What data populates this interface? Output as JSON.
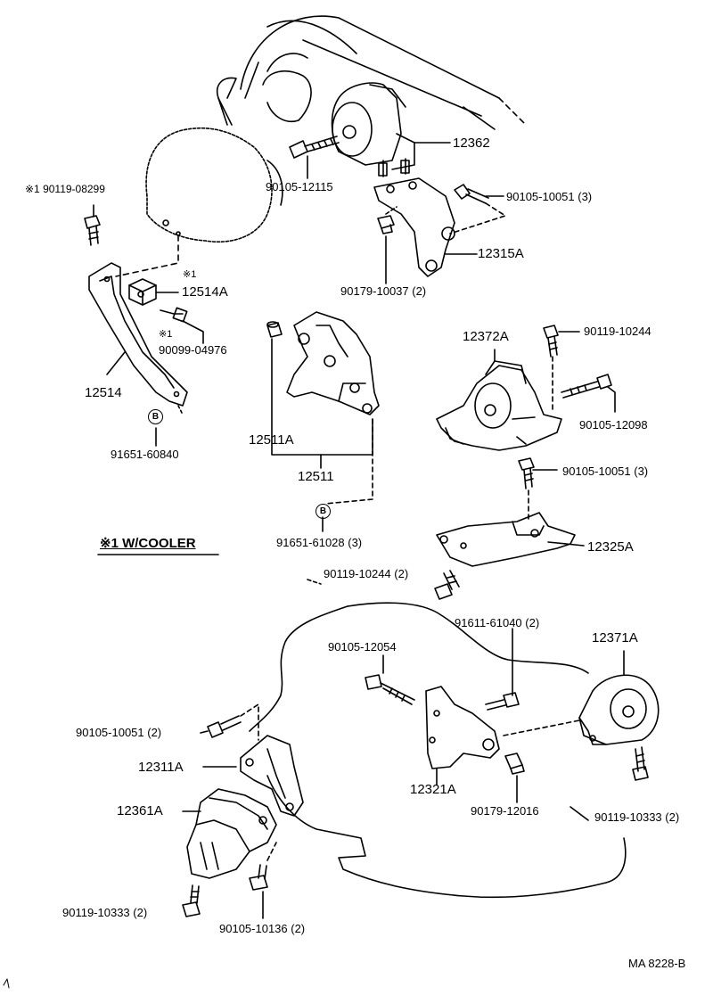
{
  "labels": {
    "p12362": "12362",
    "p90105_12115": "90105-12115",
    "p90105_10051_a": "90105-10051 (3)",
    "p90119_08299": "※1 90119-08299",
    "p12315A": "12315A",
    "p90179_10037": "90179-10037 (2)",
    "star1_a": "※1",
    "p12514A": "12514A",
    "star1_b": "※1",
    "p90099_04976": "90099-04976",
    "p12514": "12514",
    "p91651_60840": "91651-60840",
    "p12372A": "12372A",
    "p90119_10244_a": "90119-10244",
    "p90105_12098": "90105-12098",
    "p12511A": "12511A",
    "p12511": "12511",
    "p90105_10051_b": "90105-10051 (3)",
    "p91651_61028": "91651-61028 (3)",
    "wcooler": "※1 W/COOLER",
    "p12325A": "12325A",
    "p90119_10244_b": "90119-10244 (2)",
    "p91611_61040": "91611-61040 (2)",
    "p12371A": "12371A",
    "p90105_12054": "90105-12054",
    "p90105_10051_c": "90105-10051 (2)",
    "p12311A": "12311A",
    "p12321A": "12321A",
    "p12361A": "12361A",
    "p90179_12016": "90179-12016",
    "p90119_10333_a": "90119-10333 (2)",
    "p90119_10333_b": "90119-10333 (2)",
    "p90105_10136": "90105-10136 (2)",
    "diagram_code": "MA 8228-B"
  },
  "circle_symbol": "B"
}
